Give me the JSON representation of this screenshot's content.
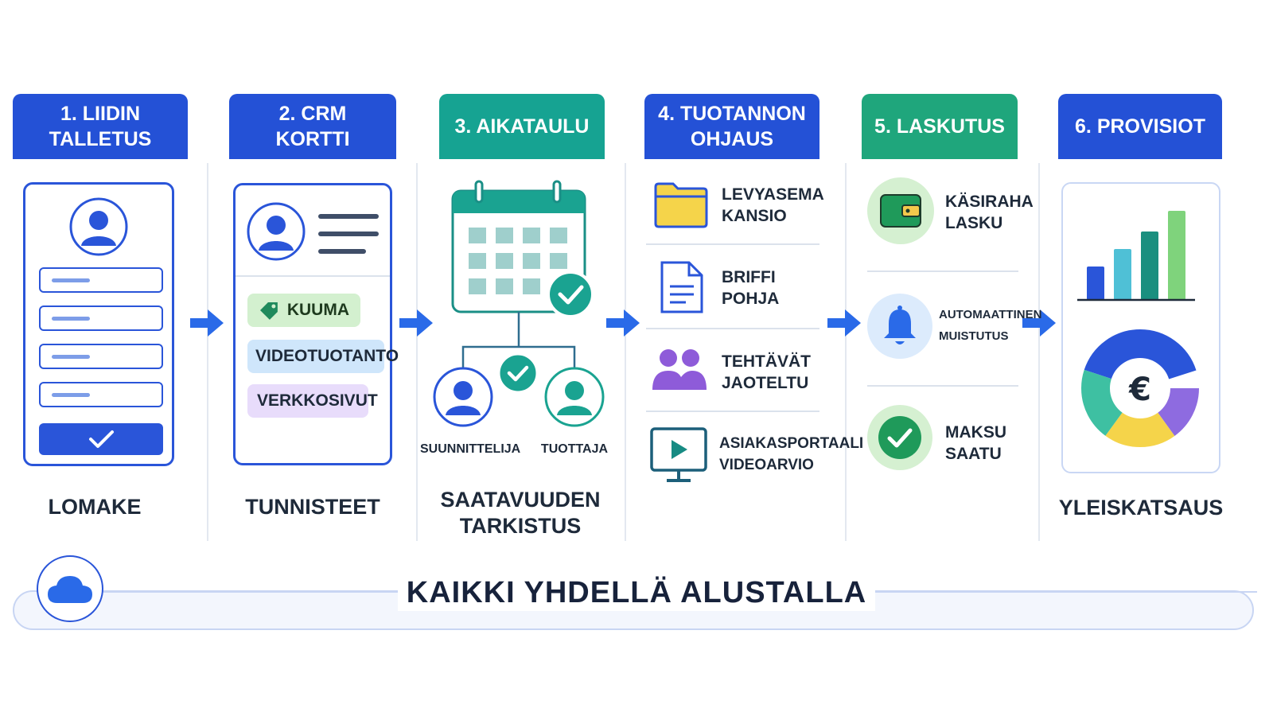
{
  "steps": [
    {
      "title": "1. LIIDIN\nTALLETUS",
      "caption": "LOMAKE"
    },
    {
      "title": "2. CRM\nKORTTI",
      "caption": "TUNNISTEET"
    },
    {
      "title": "3. AIKATAULU",
      "caption": "SAATAVUUDEN\nTARKISTUS"
    },
    {
      "title": "4. TUOTANNON\nOHJAUS",
      "caption": ""
    },
    {
      "title": "5. LASKUTUS",
      "caption": ""
    },
    {
      "title": "6. PROVISIOT",
      "caption": "YLEISKATSAUS"
    }
  ],
  "crm_tags": [
    "KUUMA",
    "VIDEOTUOTANTO",
    "VERKKOSIVUT"
  ],
  "schedule_roles": [
    "SUUNNITTELIJA",
    "TUOTTAJA"
  ],
  "production_items": [
    "LEVYASEMA\nKANSIO",
    "BRIFFI\nPOHJA",
    "TEHTÄVÄT\nJAOTELTU",
    "ASIAKASPORTAALI\nVIDEOARVIO"
  ],
  "billing_items": [
    "KÄSIRAHA\nLASKU",
    "AUTOMAATTINEN\nMUISTUTUS",
    "MAKSU\nSAATU"
  ],
  "footer_title": "KAIKKI YHDELLÄ ALUSTALLA",
  "colors": {
    "blue": "#2451d6",
    "teal": "#16a392",
    "green": "#1fa67c",
    "icon_blue": "#2a55d9"
  },
  "icons": [
    "user-icon",
    "tag-icon",
    "calendar-icon",
    "check-icon",
    "folder-icon",
    "document-icon",
    "team-icon",
    "video-icon",
    "wallet-icon",
    "bell-icon",
    "bar-chart-icon",
    "donut-chart-icon",
    "euro-icon",
    "cloud-icon",
    "arrow-right-icon"
  ]
}
